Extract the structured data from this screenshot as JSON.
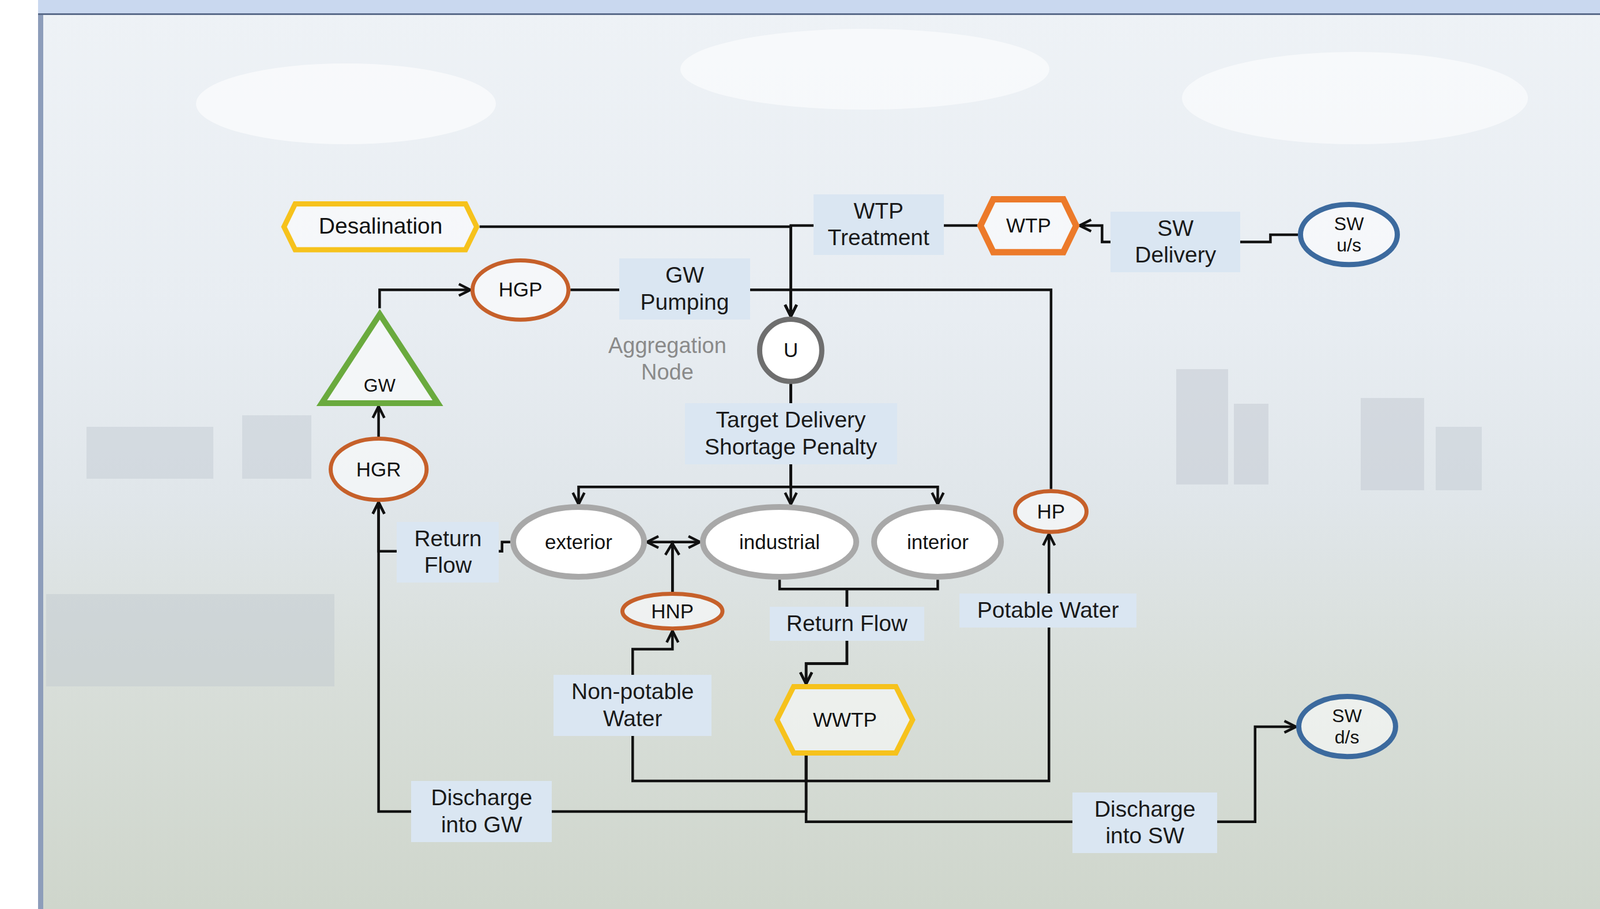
{
  "diagram": {
    "nodes": [
      {
        "text": [
          "Desalination"
        ]
      },
      {
        "text": [
          "WTP"
        ]
      },
      {
        "text": [
          "SW u/s"
        ]
      },
      {
        "text": [
          "HGP"
        ]
      },
      {
        "text": [
          "U"
        ]
      },
      {
        "text": [
          "GW"
        ]
      },
      {
        "text": [
          "HGR"
        ]
      },
      {
        "text": [
          "HP"
        ]
      },
      {
        "text": [
          "exterior"
        ]
      },
      {
        "text": [
          "industrial"
        ]
      },
      {
        "text": [
          "interior"
        ]
      },
      {
        "text": [
          "HNP"
        ]
      },
      {
        "text": [
          "WWTP"
        ]
      },
      {
        "text": [
          "SW d/s"
        ]
      }
    ],
    "edges": [
      {
        "from": 2,
        "to": 1,
        "arrow": "to",
        "label": "SW Delivery"
      },
      {
        "from": 1,
        "to": 4,
        "arrow": "to",
        "label": "WTP Treatment"
      },
      {
        "from": 0,
        "to": 4,
        "arrow": "to"
      },
      {
        "from": 5,
        "to": 3,
        "arrow": "to"
      },
      {
        "from": 6,
        "to": 5,
        "arrow": "to"
      },
      {
        "from": 3,
        "to": 4,
        "arrow": "to",
        "label": "GW Pumping"
      },
      {
        "from": 7,
        "to": 4,
        "arrow": "to"
      },
      {
        "from": 4,
        "to": 8,
        "arrow": "to"
      },
      {
        "from": 4,
        "to": 9,
        "arrow": "to",
        "label": "Target Delivery Shortage Penalty"
      },
      {
        "from": 4,
        "to": 10,
        "arrow": "to"
      },
      {
        "from": 11,
        "to": 8,
        "arrow": "to"
      },
      {
        "from": 11,
        "to": 9,
        "arrow": "to"
      },
      {
        "from": 8,
        "to": 6,
        "arrow": "to",
        "label": "Return Flow"
      },
      {
        "from": 9,
        "to": 12,
        "arrow": "to",
        "label": "Return Flow"
      },
      {
        "from": 10,
        "to": 12,
        "arrow": "to"
      },
      {
        "from": 12,
        "to": 11,
        "arrow": "to",
        "label": "Non-potable Water"
      },
      {
        "from": 12,
        "to": 7,
        "arrow": "to",
        "label": "Potable Water"
      },
      {
        "from": 12,
        "to": 6,
        "arrow": "to",
        "label": "Discharge into GW"
      },
      {
        "from": 12,
        "to": 13,
        "arrow": "to",
        "label": "Discharge into SW"
      }
    ],
    "labels": [
      "Aggregation Node"
    ]
  }
}
